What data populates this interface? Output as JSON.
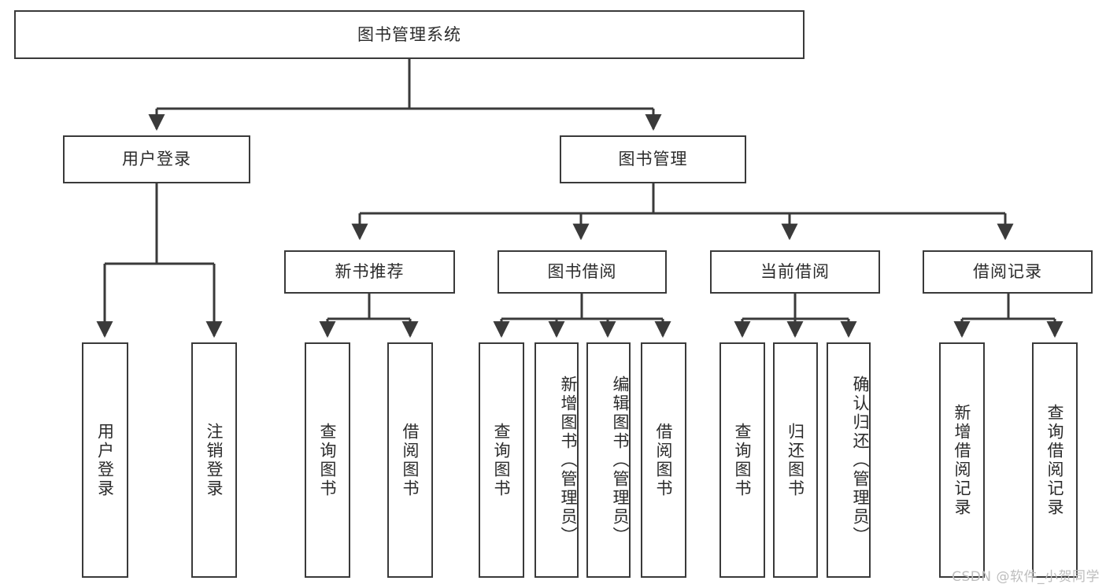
{
  "diagram": {
    "title": "图书管理系统",
    "root": {
      "label": "图书管理系统"
    },
    "level2": [
      {
        "label": "用户登录"
      },
      {
        "label": "图书管理"
      }
    ],
    "level3": [
      {
        "label": "新书推荐"
      },
      {
        "label": "图书借阅"
      },
      {
        "label": "当前借阅"
      },
      {
        "label": "借阅记录"
      }
    ],
    "leaves": {
      "user_login": [
        {
          "label": "用户登录"
        },
        {
          "label": "注销登录"
        }
      ],
      "new_book_recommend": [
        {
          "label": "查询图书"
        },
        {
          "label": "借阅图书"
        }
      ],
      "book_borrow": [
        {
          "label": "查询图书"
        },
        {
          "label": "新增图书（管理员）"
        },
        {
          "label": "编辑图书（管理员）"
        },
        {
          "label": "借阅图书"
        }
      ],
      "current_borrow": [
        {
          "label": "查询图书"
        },
        {
          "label": "归还图书"
        },
        {
          "label": "确认归还（管理员）"
        }
      ],
      "borrow_record": [
        {
          "label": "新增借阅记录"
        },
        {
          "label": "查询借阅记录"
        }
      ]
    }
  },
  "watermark": {
    "text": "CSDN @软件_小贺同学"
  },
  "colors": {
    "stroke": "#3a3a3a",
    "background": "#ffffff",
    "text": "#2b2b2b",
    "watermark": "#bdbdbd"
  }
}
